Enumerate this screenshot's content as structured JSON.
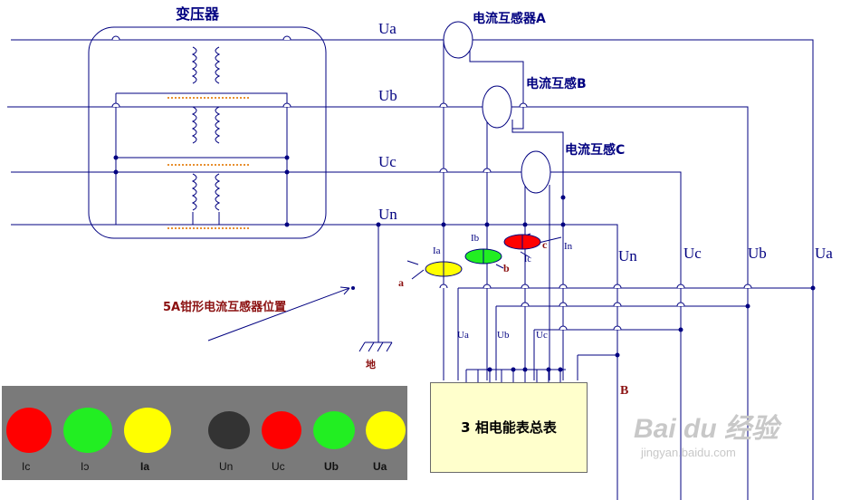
{
  "title": "变压器",
  "ct_labels": {
    "a": "电流互感器A",
    "b": "电流互感B",
    "c": "电流互感C"
  },
  "left_lines": [
    "Ua",
    "Ub",
    "Uc",
    "Un"
  ],
  "right_lines": [
    "Un",
    "Uc",
    "Ub",
    "Ua"
  ],
  "clamp_labels": {
    "ia": "Ia",
    "ib": "Ib",
    "ic": "Ic",
    "in": "In"
  },
  "clamp_letters": {
    "a": "a",
    "b": "b",
    "c": "c"
  },
  "clamp_note": "5A钳形电流互感器位置",
  "ground_label": "地",
  "meter_inputs": [
    "Ua",
    "Ub",
    "Uc"
  ],
  "meter_label": "3 相电能表总表",
  "point_b": "B",
  "legend": [
    {
      "label": "Ic",
      "color": "#ff0000"
    },
    {
      "label": "Iɔ",
      "color": "#22ee22"
    },
    {
      "label": "Ia",
      "color": "#ffff00"
    },
    {
      "label": "Un",
      "color": "#333333"
    },
    {
      "label": "Uc",
      "color": "#ff0000"
    },
    {
      "label": "Ub",
      "color": "#22ee22"
    },
    {
      "label": "Ua",
      "color": "#ffff00"
    }
  ],
  "watermark": {
    "brand": "Bai du 经验",
    "url": "jingyan.baidu.com"
  }
}
